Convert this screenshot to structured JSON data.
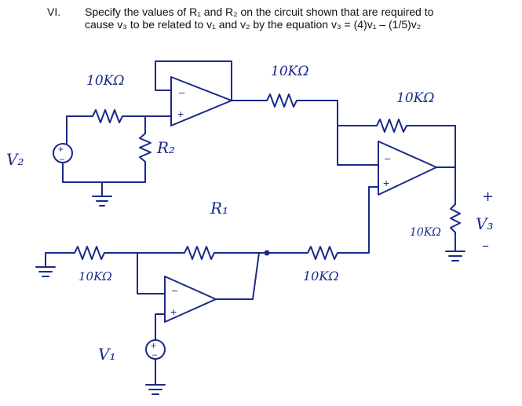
{
  "question": {
    "number": "VI.",
    "line1": "Specify the values of R₁ and R₂ on the circuit shown that are required to",
    "line2": "cause v₃ to be related to v₁ and v₂ by the equation v₃ = (4)v₁ – (1/5)v₂"
  },
  "labels": {
    "r_top_left": "10KΩ",
    "r_top_mid": "10KΩ",
    "r_top_right": "10KΩ",
    "r2": "R₂",
    "r1": "R₁",
    "r_bottom_left": "10KΩ",
    "r_bottom_right": "10KΩ",
    "r_load": "10KΩ",
    "v2": "V₂",
    "v1": "V₁",
    "v3": "V₃",
    "v3_plus": "+",
    "v3_minus": "–"
  }
}
